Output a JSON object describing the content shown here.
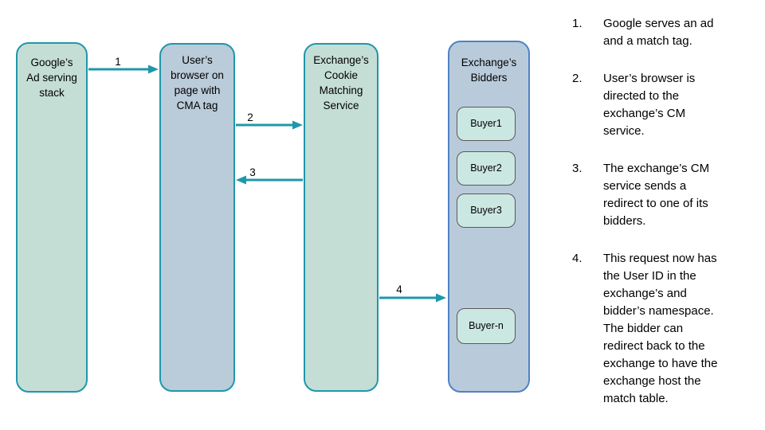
{
  "diagram": {
    "nodes": [
      {
        "id": "google-ad-stack",
        "label": "Google’s\nAd serving\nstack"
      },
      {
        "id": "user-browser",
        "label": "User’s\nbrowser on\npage with\nCMA tag"
      },
      {
        "id": "exchange-cm",
        "label": "Exchange’s\nCookie\nMatching\nService"
      },
      {
        "id": "exchange-bidders",
        "label": "Exchange’s\nBidders"
      }
    ],
    "buyers": [
      "Buyer1",
      "Buyer2",
      "Buyer3",
      "Buyer-n"
    ],
    "arrows": [
      {
        "label": "1",
        "from": "google-ad-stack",
        "to": "user-browser"
      },
      {
        "label": "2",
        "from": "user-browser",
        "to": "exchange-cm"
      },
      {
        "label": "3",
        "from": "exchange-cm",
        "to": "user-browser"
      },
      {
        "label": "4",
        "from": "exchange-cm",
        "to": "exchange-bidders"
      }
    ],
    "colors": {
      "green_fill": "#c4ded6",
      "blue_fill": "#bacbd9",
      "teal_border": "#1f97ab",
      "blue_border": "#4e82c4",
      "buyer_fill": "#cbe7e1",
      "buyer_border": "#595959",
      "arrow": "#1f97ab"
    }
  },
  "steps": [
    {
      "num": "1.",
      "text": "Google serves an ad\nand a match tag."
    },
    {
      "num": "2.",
      "text": "User’s browser is\ndirected to the\nexchange’s CM\nservice."
    },
    {
      "num": "3.",
      "text": "The exchange’s CM\nservice sends a\nredirect to one of its\nbidders."
    },
    {
      "num": "4.",
      "text": "This request now has\nthe User ID in the\nexchange’s and\nbidder’s namespace.\nThe bidder can\nredirect back to the\nexchange to have the\nexchange host the\nmatch table."
    }
  ]
}
